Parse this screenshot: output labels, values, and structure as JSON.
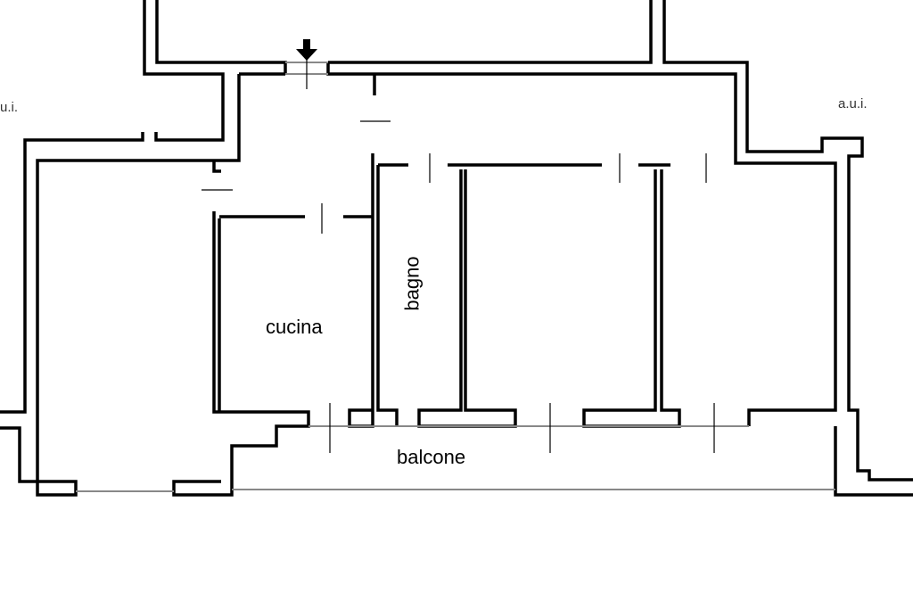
{
  "plan": {
    "rooms": {
      "kitchen": "cucina",
      "bathroom": "bagno",
      "balcony": "balcone"
    },
    "neighbor_left": "u.i.",
    "neighbor_right": "a.u.i.",
    "entrance_icon": "entrance-arrow-icon",
    "colors": {
      "wall": "#000000",
      "window": "#888888",
      "background": "#ffffff"
    }
  }
}
